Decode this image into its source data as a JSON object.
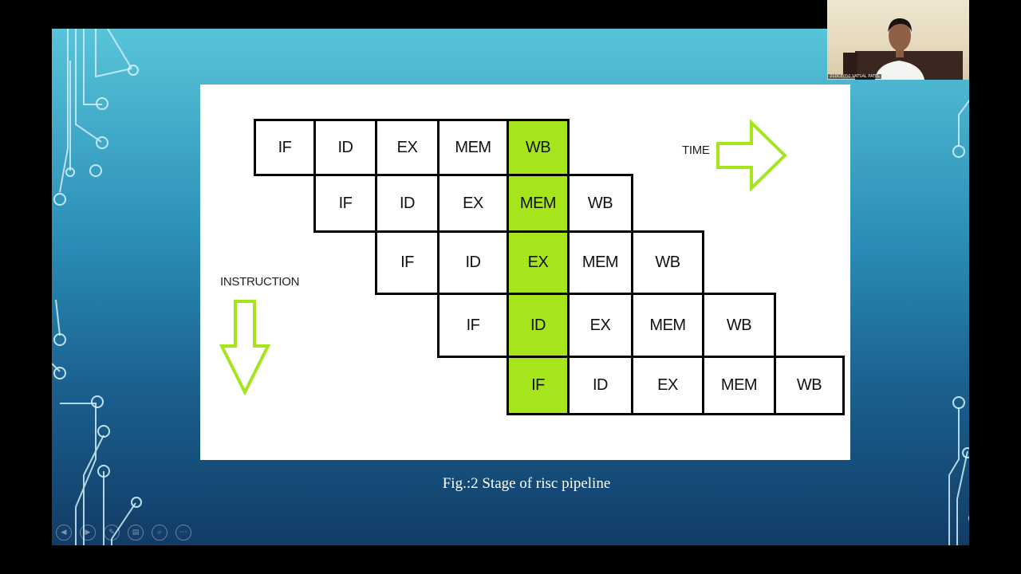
{
  "pipeline": {
    "time_label": "TIME",
    "instruction_label": "INSTRUCTION",
    "highlight_color": "#a6e51c",
    "rows": [
      [
        "IF",
        "ID",
        "EX",
        "MEM",
        "WB"
      ],
      [
        "IF",
        "ID",
        "EX",
        "MEM",
        "WB"
      ],
      [
        "IF",
        "ID",
        "EX",
        "MEM",
        "WB"
      ],
      [
        "IF",
        "ID",
        "EX",
        "MEM",
        "WB"
      ],
      [
        "IF",
        "ID",
        "EX",
        "MEM",
        "WB"
      ]
    ]
  },
  "caption": "Fig.:2 Stage of risc pipeline",
  "controls": [
    {
      "icon": "previous-icon",
      "glyph": "◀"
    },
    {
      "icon": "next-icon",
      "glyph": "▶"
    },
    {
      "icon": "pen-icon",
      "glyph": "✎"
    },
    {
      "icon": "slides-icon",
      "glyph": "▤"
    },
    {
      "icon": "zoom-icon",
      "glyph": "⌕"
    },
    {
      "icon": "more-icon",
      "glyph": "⋯"
    }
  ],
  "webcam": {
    "name": "21DCE050 VATSAL PATEL"
  }
}
